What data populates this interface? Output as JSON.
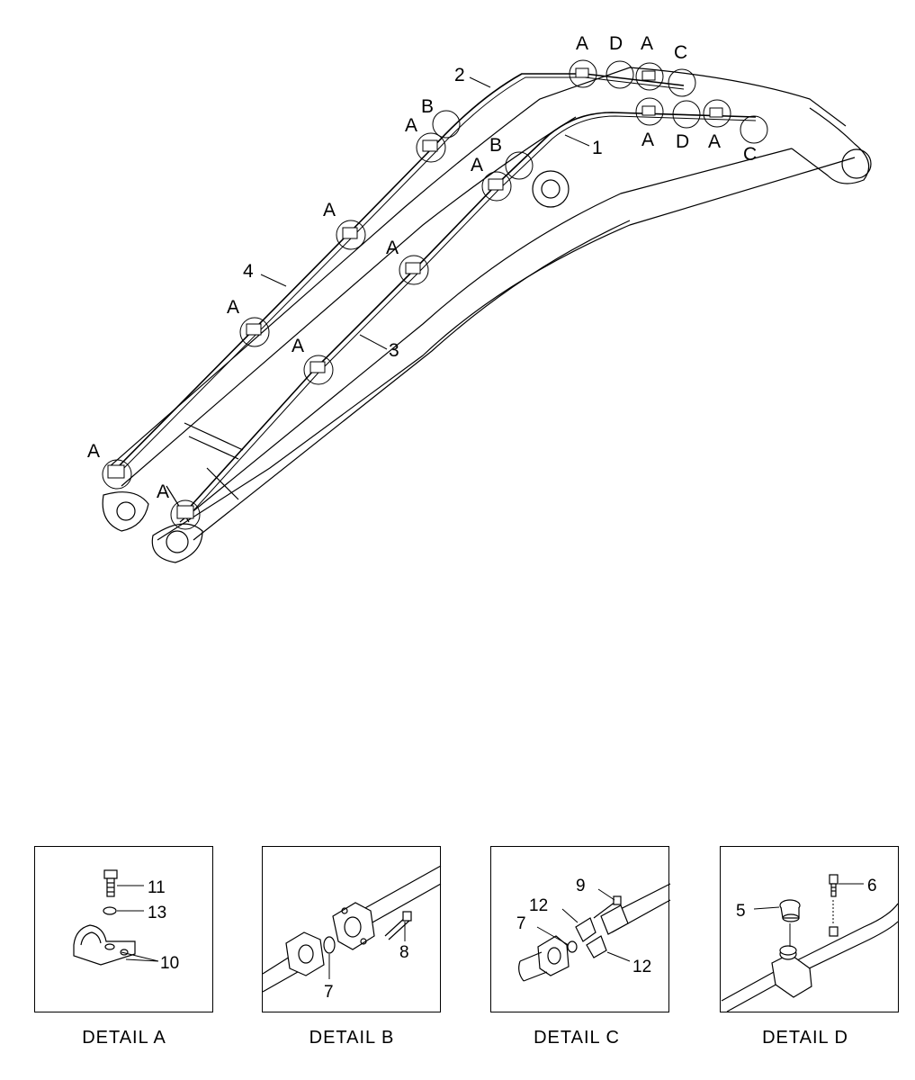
{
  "main_callouts": {
    "p1": "1",
    "p2": "2",
    "p3": "3",
    "p4": "4",
    "a": "A",
    "b": "B",
    "c": "C",
    "d": "D"
  },
  "detail_a": {
    "caption": "DETAIL  A",
    "p11": "11",
    "p13": "13",
    "p10": "10"
  },
  "detail_b": {
    "caption": "DETAIL  B",
    "p7": "7",
    "p8": "8"
  },
  "detail_c": {
    "caption": "DETAIL  C",
    "p9": "9",
    "p12a": "12",
    "p7": "7",
    "p12b": "12"
  },
  "detail_d": {
    "caption": "DETAIL  D",
    "p5": "5",
    "p6": "6"
  }
}
